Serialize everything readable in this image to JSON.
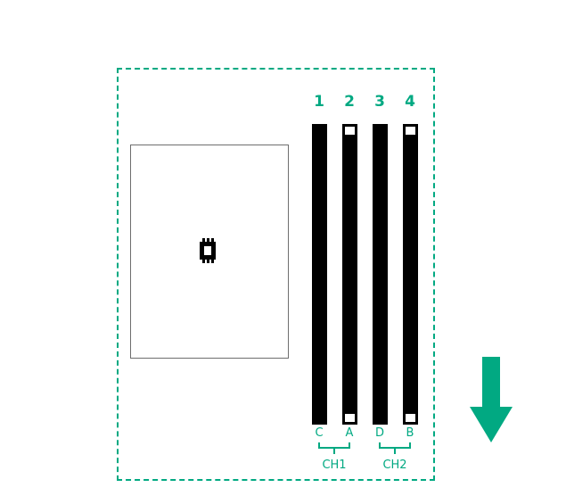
{
  "slots": [
    {
      "number": "1",
      "channel_letter": "C",
      "latch": false
    },
    {
      "number": "2",
      "channel_letter": "A",
      "latch": true
    },
    {
      "number": "3",
      "channel_letter": "D",
      "latch": false
    },
    {
      "number": "4",
      "channel_letter": "B",
      "latch": true
    }
  ],
  "channels": [
    {
      "label": "CH1"
    },
    {
      "label": "CH2"
    }
  ],
  "colors": {
    "accent": "#01a982",
    "slot": "#000000",
    "cpu_outline": "#6e6e6e"
  },
  "icons": {
    "cpu": "processor-chip-icon",
    "direction": "airflow-arrow-down-icon"
  }
}
